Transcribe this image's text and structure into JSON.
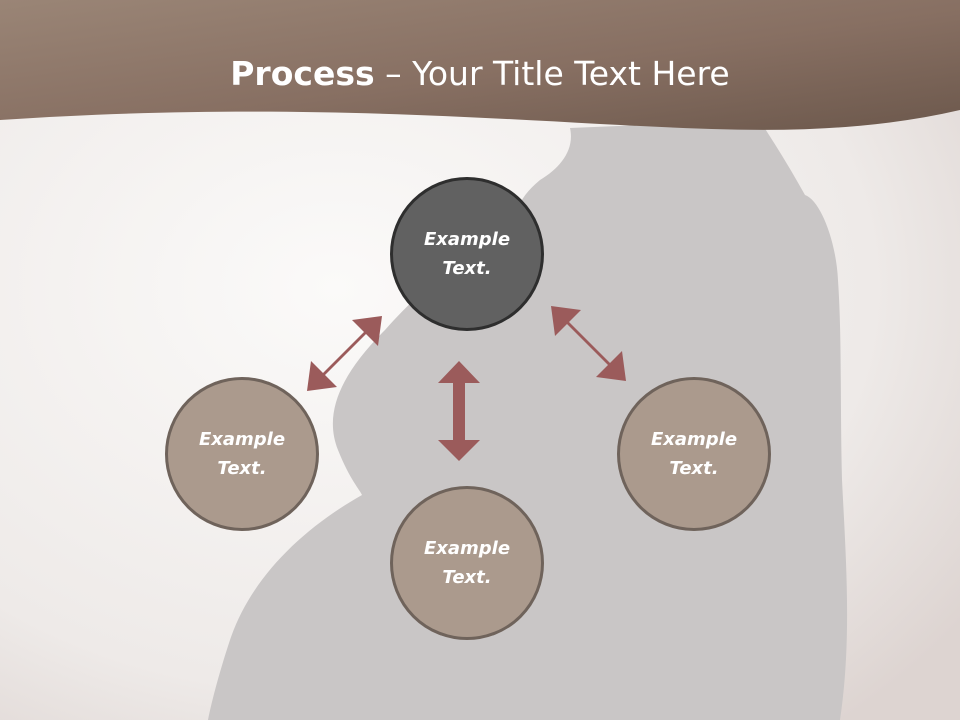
{
  "title": {
    "bold": "Process",
    "rest": " – Your Title Text Here"
  },
  "nodes": {
    "top": {
      "line1": "Example",
      "line2": "Text."
    },
    "left": {
      "line1": "Example",
      "line2": "Text."
    },
    "right": {
      "line1": "Example",
      "line2": "Text."
    },
    "bottom": {
      "line1": "Example",
      "line2": "Text."
    }
  },
  "colors": {
    "header": "#8a7366",
    "arrow": "#9b5b5b",
    "node_dark": "#616161",
    "node_tan": "#ab9a8d"
  }
}
